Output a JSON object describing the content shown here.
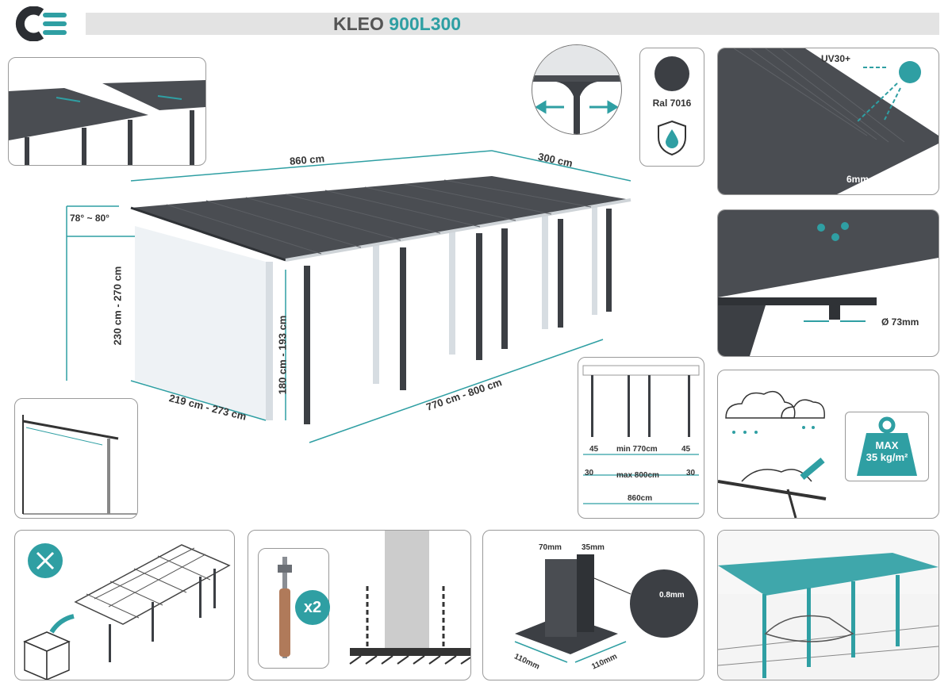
{
  "header": {
    "title_main": "KLEO ",
    "title_model": "900L300"
  },
  "colors": {
    "teal": "#2f9fa3",
    "roof": "#4a4d52",
    "post": "#3c3f44",
    "ghost": "#d7dde2",
    "bar": "#e3e3e3"
  },
  "main_diagram": {
    "length": "860 cm",
    "width": "300 cm",
    "angle": "78° ~ 80°",
    "height_total": "230 cm - 270 cm",
    "height_clear": "180 cm - 193 cm",
    "depth_range": "219 cm - 273 cm",
    "post_span": "770 cm - 800 cm"
  },
  "color_panel": {
    "ral": "Ral 7016"
  },
  "uv_panel": {
    "uv": "UV30+",
    "thickness": "6mm"
  },
  "gutter_panel": {
    "diameter": "Ø 73mm"
  },
  "spacing_panel": {
    "left_45": "45",
    "right_45": "45",
    "min": "min 770cm",
    "left_30": "30",
    "right_30": "30",
    "max": "max 800cm",
    "total": "860cm"
  },
  "snow_panel": {
    "load": "MAX\n35 kg/m²"
  },
  "anchor_panel": {
    "qty": "x2"
  },
  "base_panel": {
    "w70": "70mm",
    "w35": "35mm",
    "thickness": "0.8mm",
    "base_left": "110mm",
    "base_right": "110mm"
  }
}
